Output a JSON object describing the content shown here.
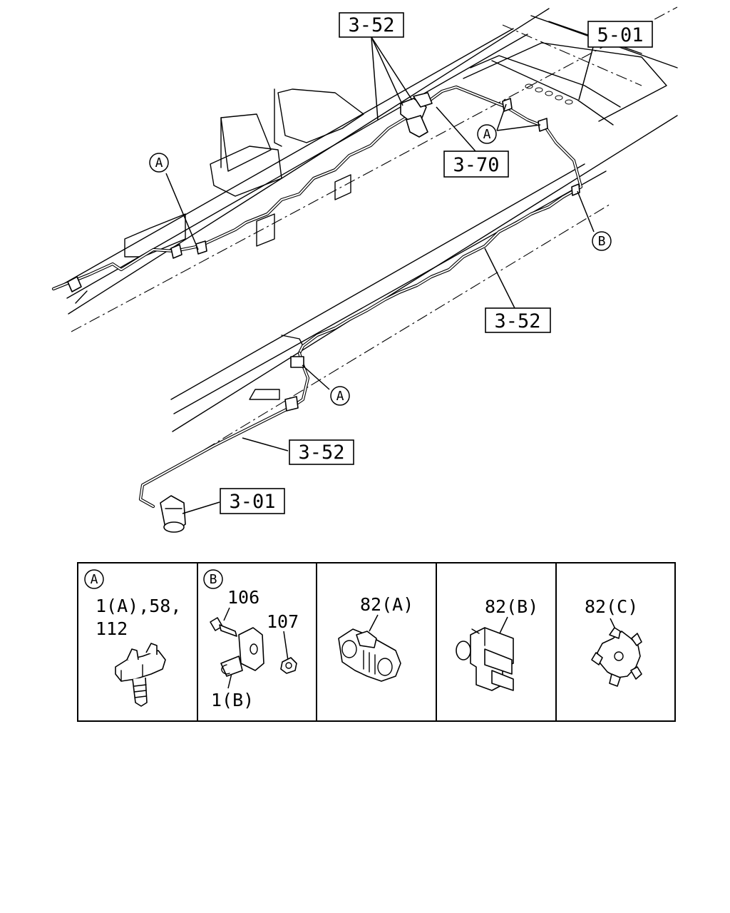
{
  "references": {
    "ref_5_01": "5-01",
    "ref_3_52_top": "3-52",
    "ref_3_70": "3-70",
    "ref_3_52_mid": "3-52",
    "ref_3_52_low": "3-52",
    "ref_3_01": "3-01"
  },
  "callouts": {
    "a_upper_left": "A",
    "a_upper_right": "A",
    "b_right": "B",
    "a_lower": "A"
  },
  "detail_panels": {
    "panel_a": {
      "marker": "A",
      "line1": "1(A),58,",
      "line2": "112"
    },
    "panel_b": {
      "marker": "B",
      "label_bolt": "106",
      "label_nut": "107",
      "label_clip": "1(B)"
    },
    "panel_82a": {
      "label": "82(A)"
    },
    "panel_82b": {
      "label": "82(B)"
    },
    "panel_82c": {
      "label": "82(C)"
    }
  }
}
